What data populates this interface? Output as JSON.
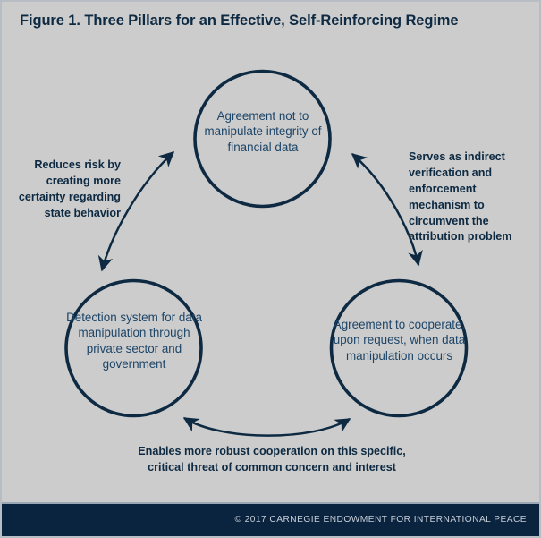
{
  "figure": {
    "title": "Figure 1. Three Pillars for an Effective, Self-Reinforcing Regime",
    "background_color": "#cccccc",
    "accent_color": "#0d2a42",
    "circle_text_color": "#1c4568"
  },
  "nodes": [
    {
      "id": "node-top",
      "label": "Agreement not to manipulate integrity of financial data",
      "position": "top"
    },
    {
      "id": "node-bottom-left",
      "label": "Detection system for data manipulation through private sector and government",
      "position": "bottom-left"
    },
    {
      "id": "node-bottom-right",
      "label": "Agreement to cooperate, upon request, when data manipulation occurs",
      "position": "bottom-right"
    }
  ],
  "edges": [
    {
      "id": "edge-left",
      "label": "Reduces risk by creating more certainty regarding state behavior",
      "connects": "node-bottom-left ↔ node-top",
      "arrowheads": "both"
    },
    {
      "id": "edge-right",
      "label": "Serves as indirect verification and enforcement mechanism to circumvent the attribution problem",
      "connects": "node-top ↔ node-bottom-right",
      "arrowheads": "both"
    },
    {
      "id": "edge-bottom",
      "label": "Enables more robust cooperation on this specific, critical threat of common concern and interest",
      "connects": "node-bottom-left ↔ node-bottom-right",
      "arrowheads": "both"
    }
  ],
  "footer": {
    "copyright": "© 2017 CARNEGIE ENDOWMENT FOR INTERNATIONAL PEACE",
    "background_color": "#0a2440",
    "text_color": "#c6cdd6"
  }
}
